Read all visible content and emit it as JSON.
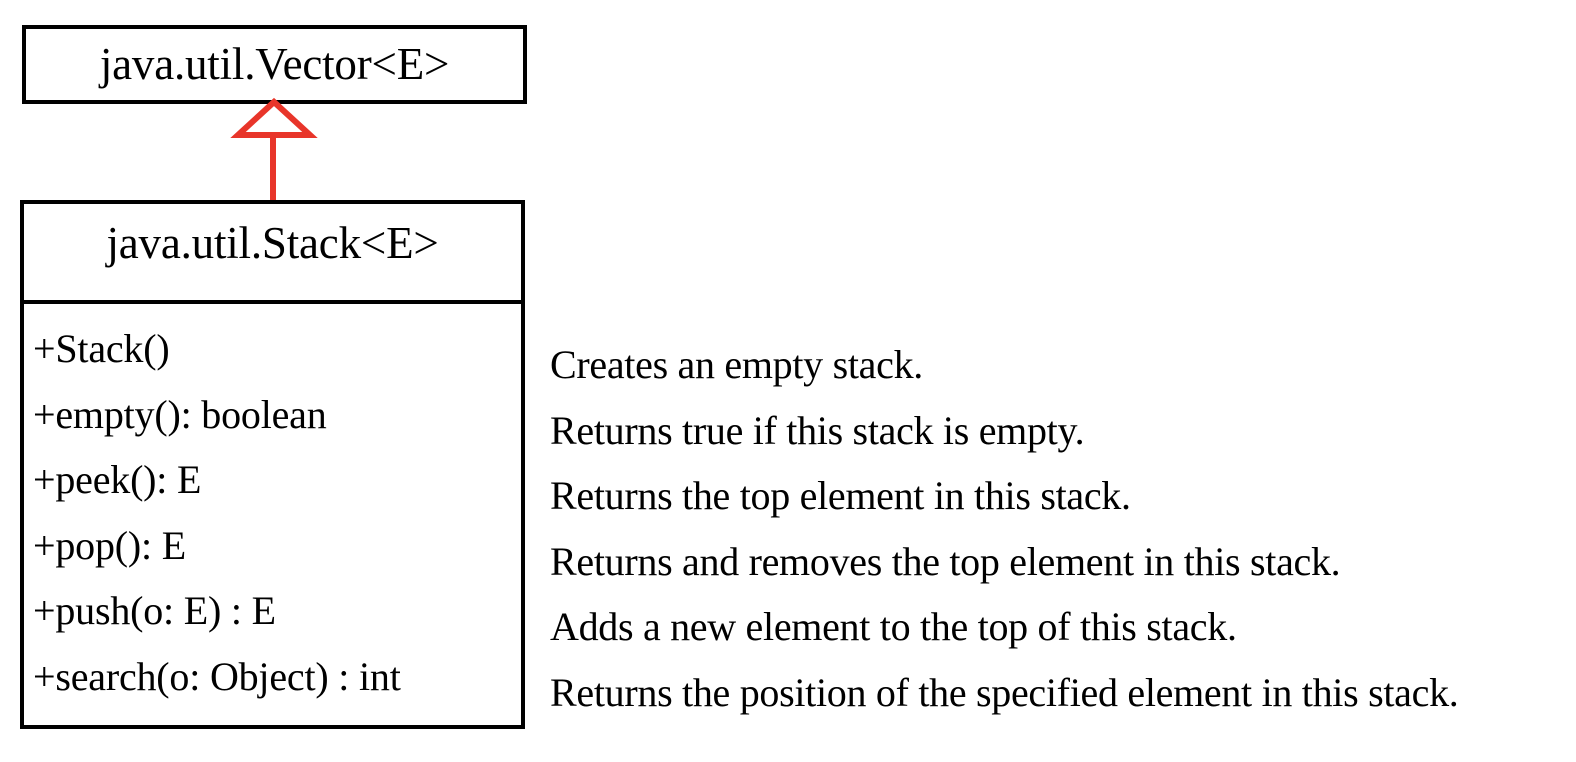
{
  "diagram": {
    "kind": "uml-class-diagram",
    "relationship": "inheritance",
    "colors": {
      "stroke": "#000000",
      "background": "#ffffff",
      "inheritance_arrow": "#E8352A"
    }
  },
  "superclass": {
    "name": "java.util.Vector<E>"
  },
  "subclass": {
    "name": "java.util.Stack<E>",
    "members": [
      {
        "signature": "+Stack()",
        "description": "Creates an empty stack."
      },
      {
        "signature": "+empty(): boolean",
        "description": "Returns true if this stack is empty."
      },
      {
        "signature": "+peek(): E",
        "description": "Returns the top element in this stack."
      },
      {
        "signature": "+pop(): E",
        "description": "Returns and removes the top element in this stack."
      },
      {
        "signature": "+push(o: E) : E",
        "description": "Adds a new element to the top of this stack."
      },
      {
        "signature": "+search(o: Object) : int",
        "description": "Returns the position of the specified element in this stack."
      }
    ]
  }
}
